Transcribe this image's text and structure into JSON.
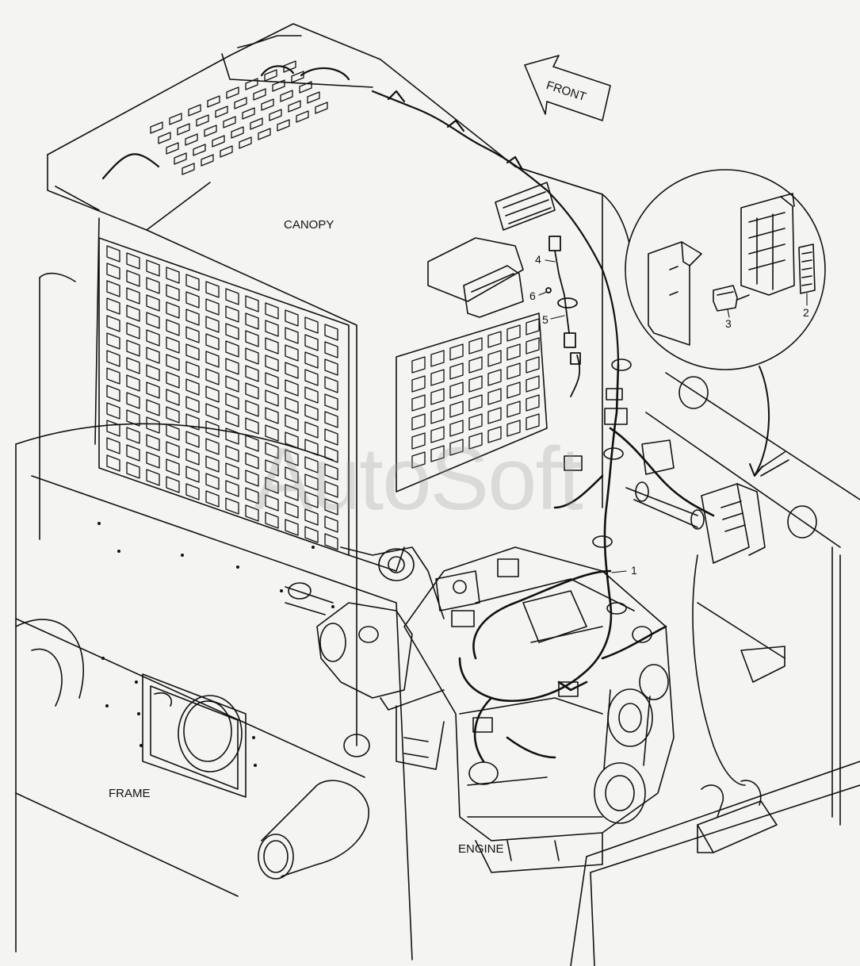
{
  "labels": {
    "canopy": "CANOPY",
    "frame": "FRAME",
    "engine": "ENGINE",
    "front": "FRONT"
  },
  "callouts": [
    "1",
    "2",
    "3",
    "4",
    "5",
    "6"
  ],
  "watermark": "AutoSoft",
  "colors": {
    "line": "#111111",
    "paper": "#f4f4f2",
    "watermark": "#969696"
  }
}
